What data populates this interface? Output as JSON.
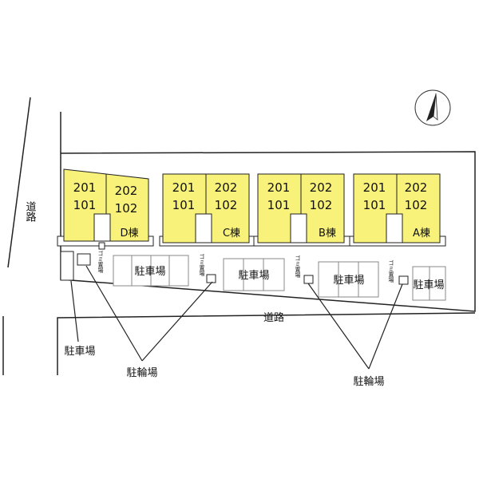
{
  "buildings": [
    {
      "name": "D棟",
      "unit_left_upper": "201",
      "unit_left_lower": "101",
      "unit_right_upper": "202",
      "unit_right_lower": "102"
    },
    {
      "name": "C棟",
      "unit_left_upper": "201",
      "unit_left_lower": "101",
      "unit_right_upper": "202",
      "unit_right_lower": "102"
    },
    {
      "name": "B棟",
      "unit_left_upper": "201",
      "unit_left_lower": "101",
      "unit_right_upper": "202",
      "unit_right_lower": "102"
    },
    {
      "name": "A棟",
      "unit_left_upper": "201",
      "unit_left_lower": "101",
      "unit_right_upper": "202",
      "unit_right_lower": "102"
    }
  ],
  "labels": {
    "road": "道路",
    "parking": "駐車場",
    "bicycle_parking": "駐輪場",
    "garbage_area": "ゴミ置場"
  },
  "colors": {
    "building_fill": "#f8f27a",
    "line": "#222222",
    "lot_fill": "#ffffff"
  },
  "compass": {
    "icon": "north-arrow-icon"
  }
}
